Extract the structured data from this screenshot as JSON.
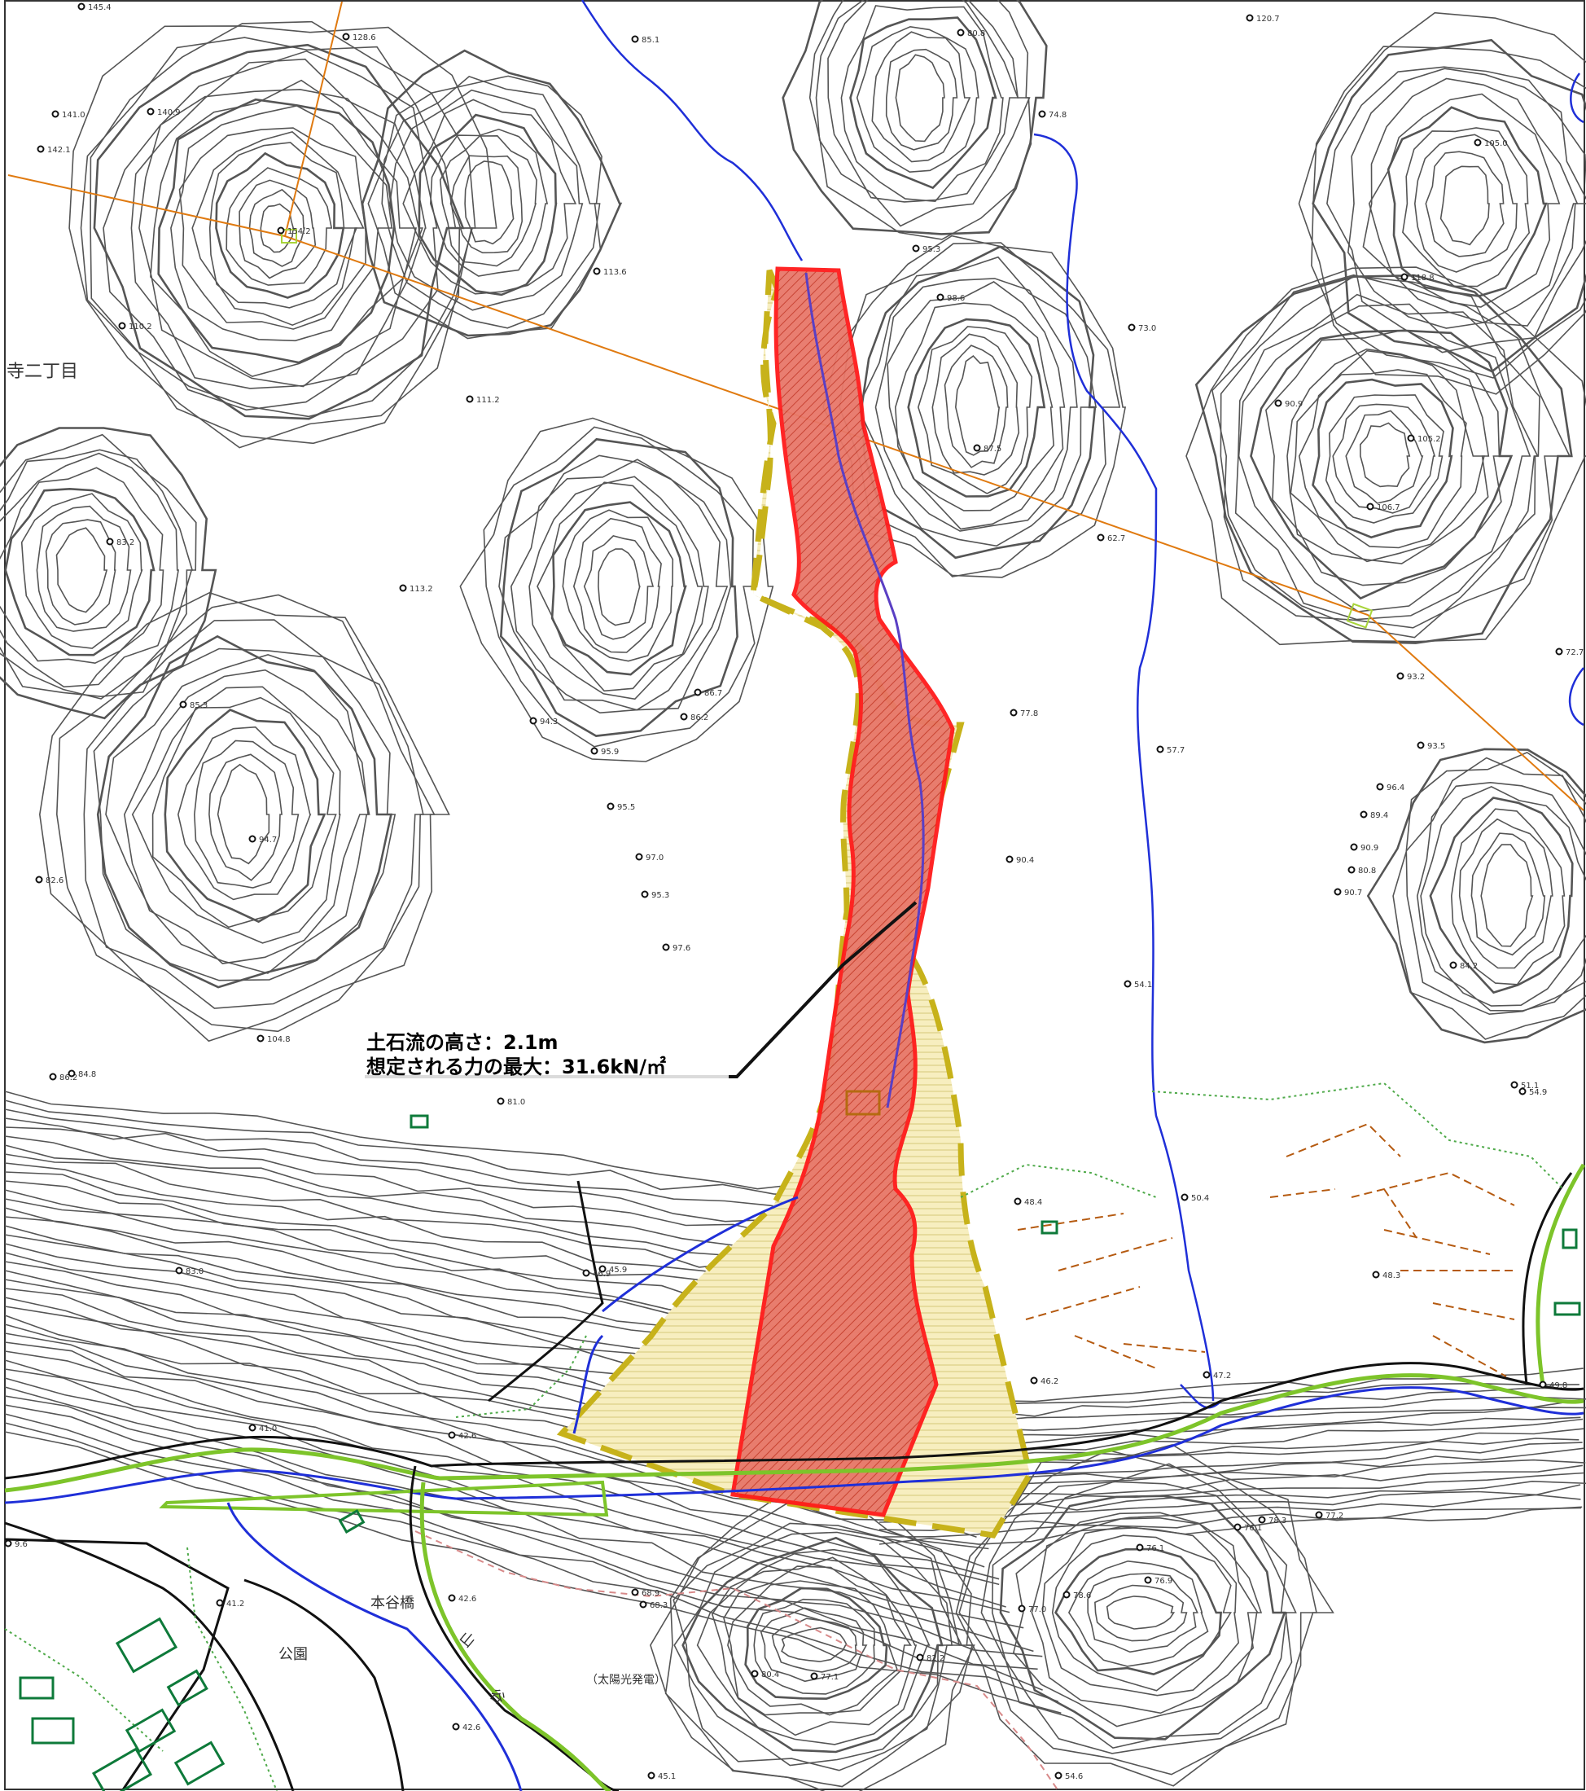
{
  "map": {
    "district_label": "寺二丁目",
    "annotation": {
      "line1": "土石流の高さ：2.1m",
      "line2": "想定される力の最大：31.6kN/㎡"
    },
    "labels": {
      "bridge": "本谷橋",
      "park": "公園",
      "river_char_1": "山",
      "river_char_2": "谷",
      "facility": "（太陽光発電）"
    },
    "colors": {
      "red_zone_fill": "#e8786a",
      "red_zone_stroke": "#ff1a1a",
      "yellow_zone_fill": "#f3e7b0",
      "yellow_zone_stroke": "#c7b21a",
      "contour": "#555555",
      "water": "#1f2fd8",
      "road_green": "#7dc42a",
      "power_line": "#e07a10",
      "building": "#0e7a3a",
      "parcel_boundary": "#b55a10"
    },
    "spot_heights": [
      "145.4",
      "128.6",
      "141.0",
      "140.9",
      "142.1",
      "154.2",
      "110.2",
      "111.2",
      "85.1",
      "80.8",
      "120.7",
      "74.8",
      "105.0",
      "113.6",
      "95.3",
      "98.6",
      "73.0",
      "118.8",
      "90.9",
      "105.2",
      "87.5",
      "106.7",
      "62.7",
      "83.2",
      "113.2",
      "93.2",
      "72.7",
      "86.7",
      "86.2",
      "94.3",
      "85.3",
      "77.8",
      "93.5",
      "96.4",
      "57.7",
      "89.4",
      "90.9",
      "95.9",
      "95.5",
      "94.7",
      "97.0",
      "90.4",
      "80.8",
      "90.7",
      "82.6",
      "95.3",
      "97.6",
      "84.2",
      "54.1",
      "104.8",
      "86.2",
      "84.8",
      "81.0",
      "51.1",
      "54.9",
      "48.4",
      "50.4",
      "83.0",
      "46.9",
      "45.9",
      "48.3",
      "46.2",
      "47.2",
      "49.8",
      "41.0",
      "42.6",
      "68.9",
      "68.3",
      "76.1",
      "76.1",
      "78.3",
      "77.2",
      "76.9",
      "77.0",
      "78.6",
      "41.2",
      "42.6",
      "82.2",
      "80.4",
      "77.1",
      "42.6",
      "45.1",
      "54.6",
      "9.6"
    ]
  }
}
